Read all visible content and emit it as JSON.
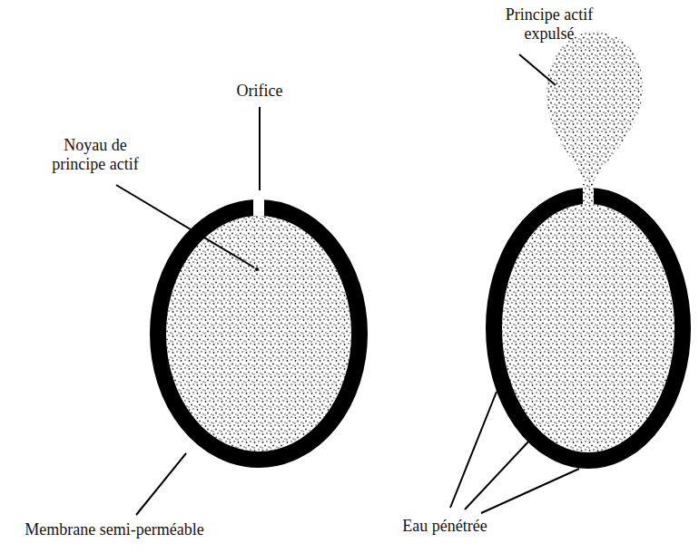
{
  "diagram": {
    "labels": [
      "Orifice",
      "Noyau de principe actif",
      "Membrane semi-perméable",
      "Principe actif expulsé",
      "Eau pénétrée"
    ]
  }
}
